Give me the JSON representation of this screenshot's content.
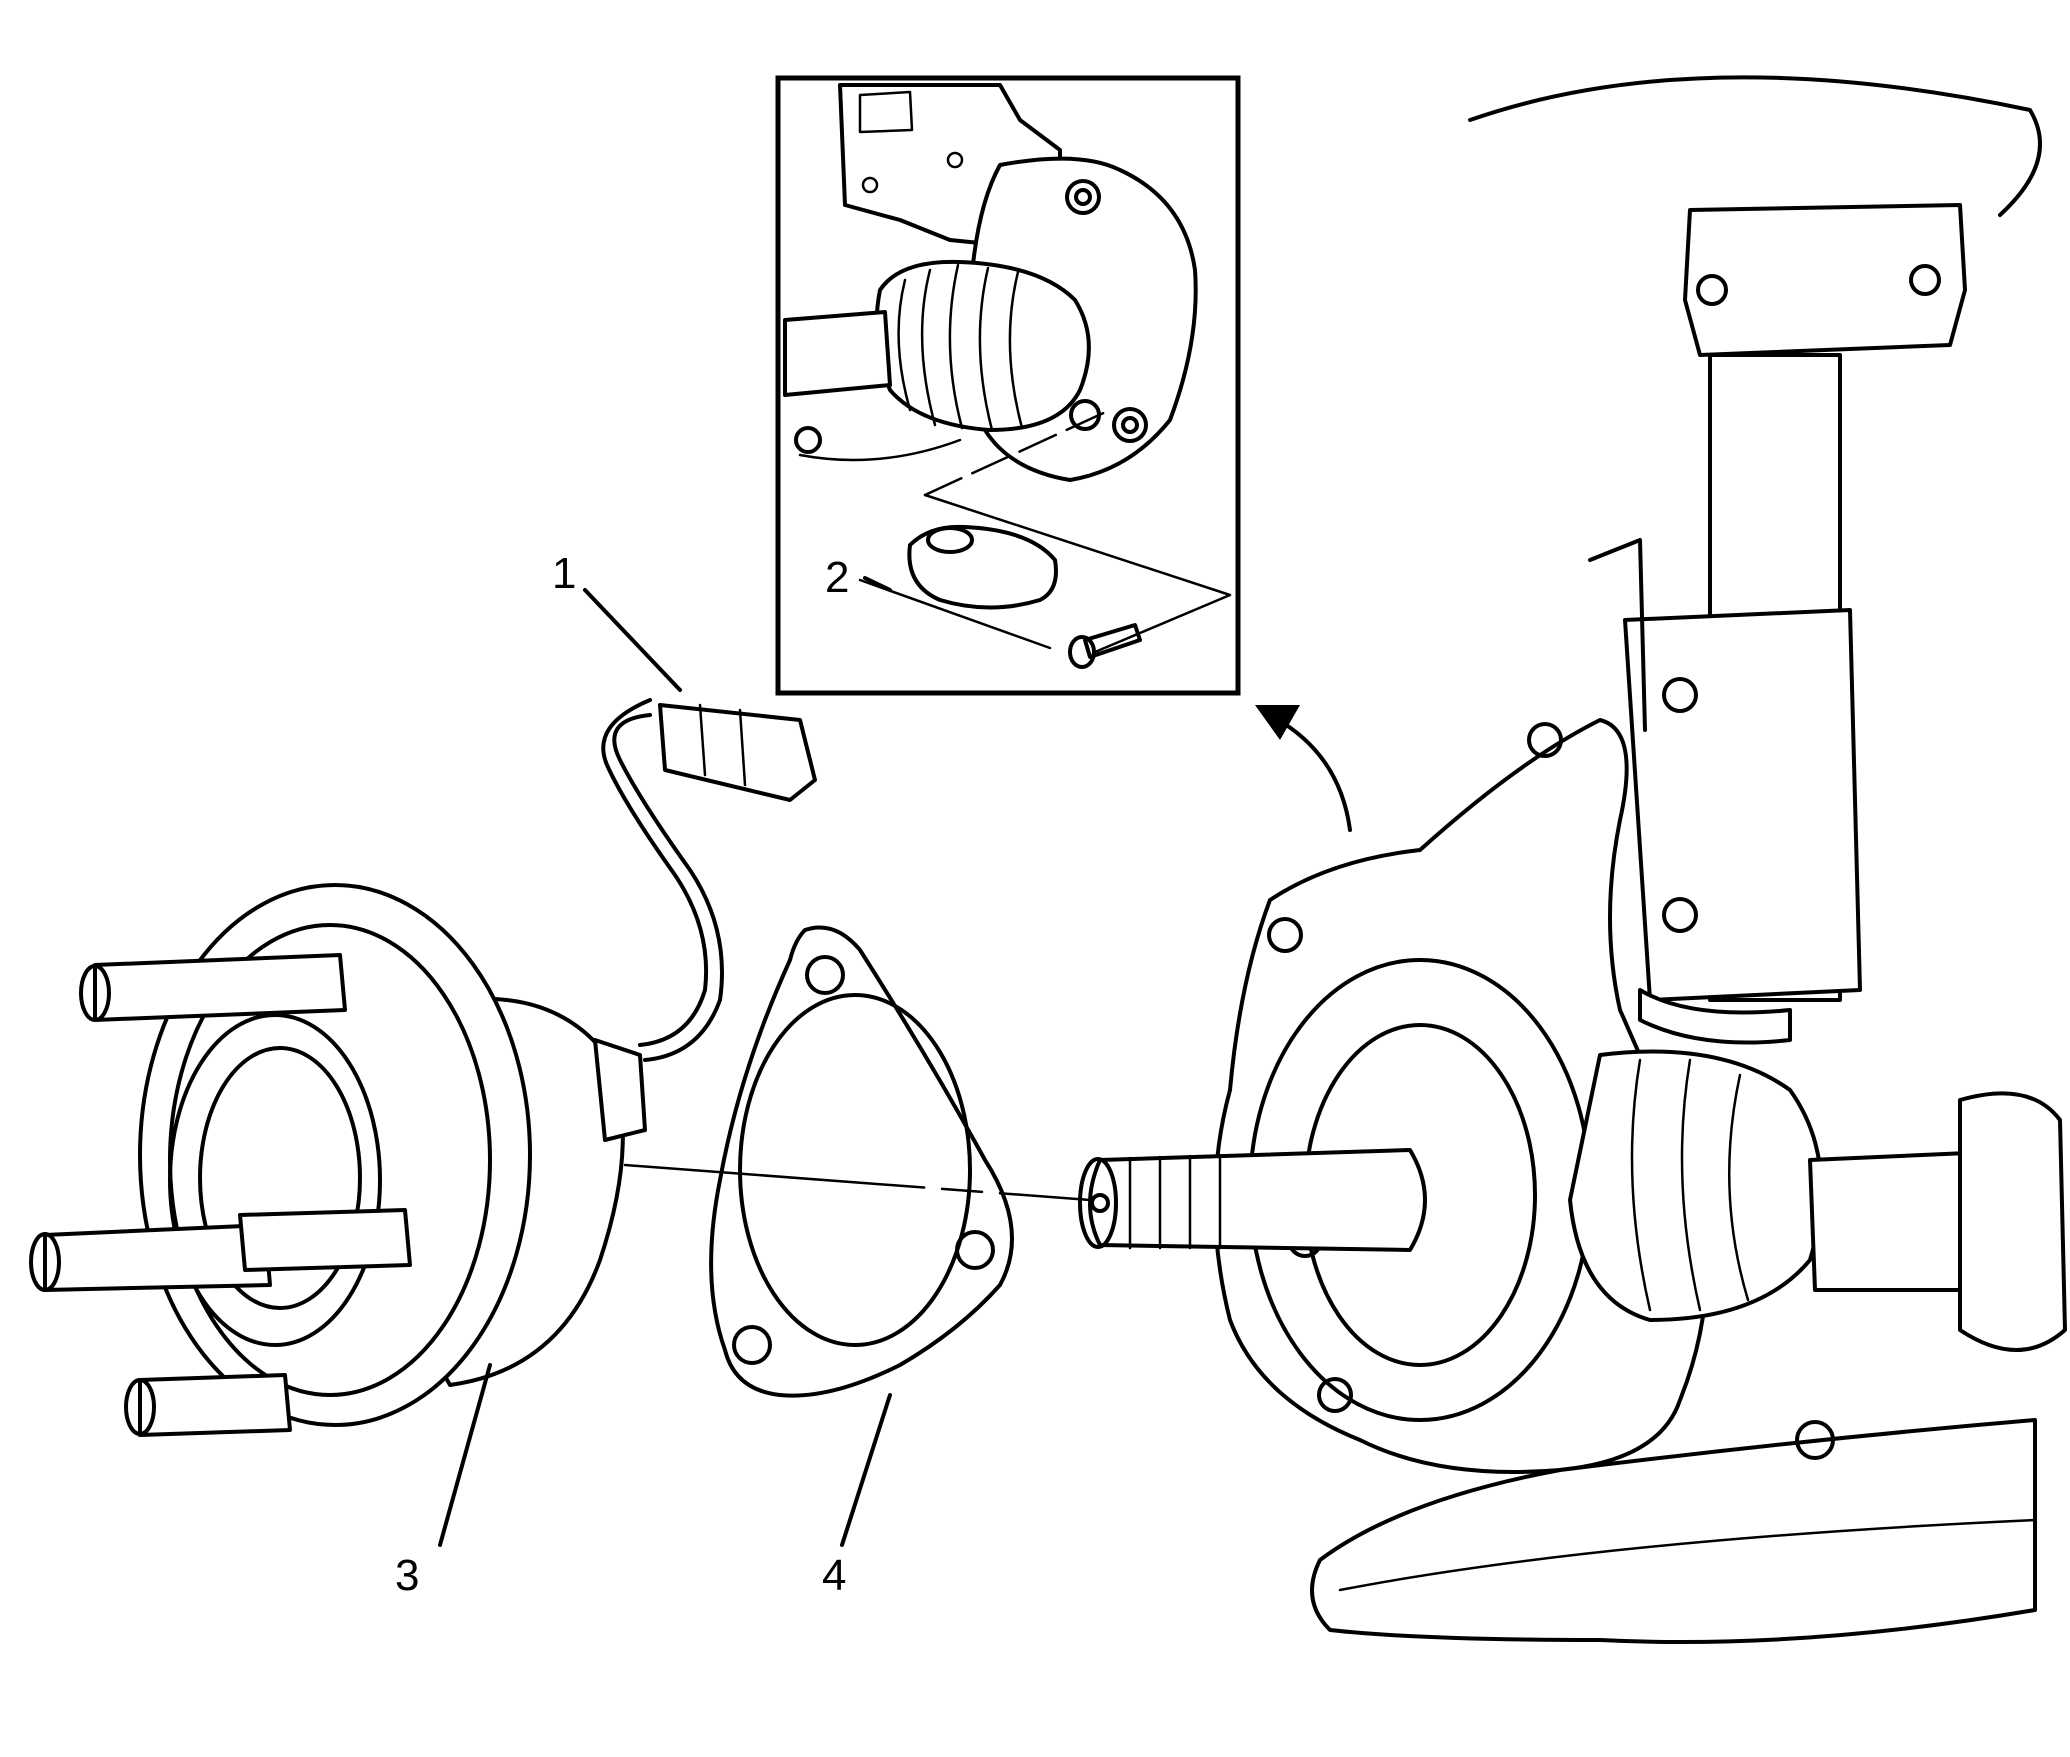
{
  "diagram": {
    "callouts": [
      {
        "id": "1",
        "text": "1"
      },
      {
        "id": "2",
        "text": "2"
      },
      {
        "id": "3",
        "text": "3"
      },
      {
        "id": "4",
        "text": "4"
      }
    ],
    "colors": {
      "line": "#000000",
      "background": "#ffffff"
    }
  }
}
